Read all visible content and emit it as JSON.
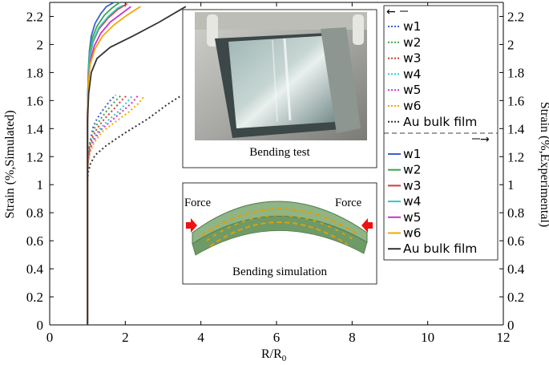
{
  "chart_data": {
    "type": "line",
    "xlabel": "R/R",
    "xlabel_sub": "0",
    "ylabel_left": "Strain (%,Simulated)",
    "ylabel_right": "Strain (%,Experimental)",
    "xlim": [
      0,
      12
    ],
    "ylim": [
      0,
      2.3
    ],
    "xticks": [
      "0",
      "2",
      "4",
      "6",
      "8",
      "10",
      "12"
    ],
    "yticks": [
      "0",
      "0.2",
      "0.4",
      "0.6",
      "0.8",
      "1",
      "1.2",
      "1.4",
      "1.6",
      "1.8",
      "2",
      "2.2"
    ],
    "legend_dotted_arrow": "←",
    "legend_solid_arrow": "→",
    "legend_dotted": [
      "w1",
      "w2",
      "w3",
      "w4",
      "w5",
      "w6",
      "Au bulk film"
    ],
    "legend_solid": [
      "w1",
      "w2",
      "w3",
      "w4",
      "w5",
      "w6",
      "Au bulk film"
    ],
    "series_colors": [
      "#3a5fd6",
      "#3aa84a",
      "#d63a3a",
      "#2ec9c9",
      "#cc33cc",
      "#f0a800",
      "#333333"
    ],
    "series_simulated": [
      {
        "name": "w1",
        "x": [
          1.0,
          1.02,
          1.05,
          1.1,
          1.15,
          1.25,
          1.4,
          1.6,
          1.75
        ],
        "y": [
          1.12,
          1.2,
          1.28,
          1.35,
          1.41,
          1.47,
          1.53,
          1.6,
          1.64
        ]
      },
      {
        "name": "w2",
        "x": [
          1.0,
          1.02,
          1.05,
          1.1,
          1.2,
          1.35,
          1.55,
          1.75,
          1.9
        ],
        "y": [
          1.12,
          1.2,
          1.27,
          1.34,
          1.41,
          1.47,
          1.54,
          1.6,
          1.64
        ]
      },
      {
        "name": "w3",
        "x": [
          1.0,
          1.02,
          1.05,
          1.12,
          1.25,
          1.45,
          1.7,
          1.9,
          2.05
        ],
        "y": [
          1.11,
          1.19,
          1.26,
          1.33,
          1.4,
          1.47,
          1.54,
          1.6,
          1.64
        ]
      },
      {
        "name": "w4",
        "x": [
          1.0,
          1.02,
          1.06,
          1.14,
          1.3,
          1.55,
          1.85,
          2.05,
          2.2
        ],
        "y": [
          1.1,
          1.18,
          1.25,
          1.32,
          1.39,
          1.46,
          1.53,
          1.59,
          1.64
        ]
      },
      {
        "name": "w5",
        "x": [
          1.0,
          1.02,
          1.06,
          1.15,
          1.35,
          1.65,
          1.95,
          2.2,
          2.35
        ],
        "y": [
          1.1,
          1.17,
          1.24,
          1.31,
          1.39,
          1.46,
          1.53,
          1.59,
          1.64
        ]
      },
      {
        "name": "w6",
        "x": [
          1.0,
          1.02,
          1.07,
          1.17,
          1.4,
          1.75,
          2.1,
          2.35,
          2.5
        ],
        "y": [
          1.09,
          1.16,
          1.23,
          1.3,
          1.38,
          1.45,
          1.52,
          1.58,
          1.63
        ]
      },
      {
        "name": "Au bulk film",
        "x": [
          1.0,
          1.02,
          1.08,
          1.2,
          1.5,
          2.0,
          2.6,
          3.1,
          3.45
        ],
        "y": [
          1.03,
          1.09,
          1.15,
          1.21,
          1.28,
          1.37,
          1.47,
          1.57,
          1.63
        ]
      }
    ],
    "series_experimental": [
      {
        "name": "w1",
        "x": [
          1.0,
          1.0,
          1.02,
          1.05,
          1.1,
          1.2,
          1.35,
          1.5,
          1.7
        ],
        "y": [
          0,
          1.5,
          1.8,
          1.95,
          2.06,
          2.15,
          2.22,
          2.27,
          2.3
        ]
      },
      {
        "name": "w2",
        "x": [
          1.0,
          1.0,
          1.02,
          1.05,
          1.12,
          1.25,
          1.45,
          1.65,
          1.85
        ],
        "y": [
          0,
          1.5,
          1.78,
          1.93,
          2.04,
          2.13,
          2.21,
          2.26,
          2.3
        ]
      },
      {
        "name": "w3",
        "x": [
          1.0,
          1.0,
          1.02,
          1.06,
          1.15,
          1.3,
          1.55,
          1.8,
          2.05
        ],
        "y": [
          0,
          1.5,
          1.76,
          1.91,
          2.02,
          2.11,
          2.19,
          2.25,
          2.29
        ]
      },
      {
        "name": "w4",
        "x": [
          1.0,
          1.0,
          1.02,
          1.06,
          1.15,
          1.3,
          1.55,
          1.8,
          1.95
        ],
        "y": [
          0,
          1.5,
          1.77,
          1.92,
          2.03,
          2.12,
          2.2,
          2.26,
          2.28
        ]
      },
      {
        "name": "w5",
        "x": [
          1.0,
          1.0,
          1.02,
          1.07,
          1.18,
          1.35,
          1.6,
          1.9,
          2.15
        ],
        "y": [
          0,
          1.5,
          1.73,
          1.88,
          1.99,
          2.08,
          2.16,
          2.22,
          2.27
        ]
      },
      {
        "name": "w6",
        "x": [
          1.0,
          1.0,
          1.02,
          1.07,
          1.2,
          1.4,
          1.7,
          2.05,
          2.4
        ],
        "y": [
          0,
          1.5,
          1.71,
          1.86,
          1.97,
          2.06,
          2.14,
          2.21,
          2.27
        ]
      },
      {
        "name": "Au bulk film",
        "x": [
          1.0,
          1.0,
          1.03,
          1.1,
          1.25,
          1.6,
          2.2,
          2.9,
          3.6
        ],
        "y": [
          0,
          1.45,
          1.65,
          1.8,
          1.9,
          1.98,
          2.06,
          2.16,
          2.27
        ]
      }
    ],
    "inset_test_caption": "Bending test",
    "inset_sim_caption": "Bending simulation",
    "force_left": "Force",
    "force_right": "Force"
  }
}
